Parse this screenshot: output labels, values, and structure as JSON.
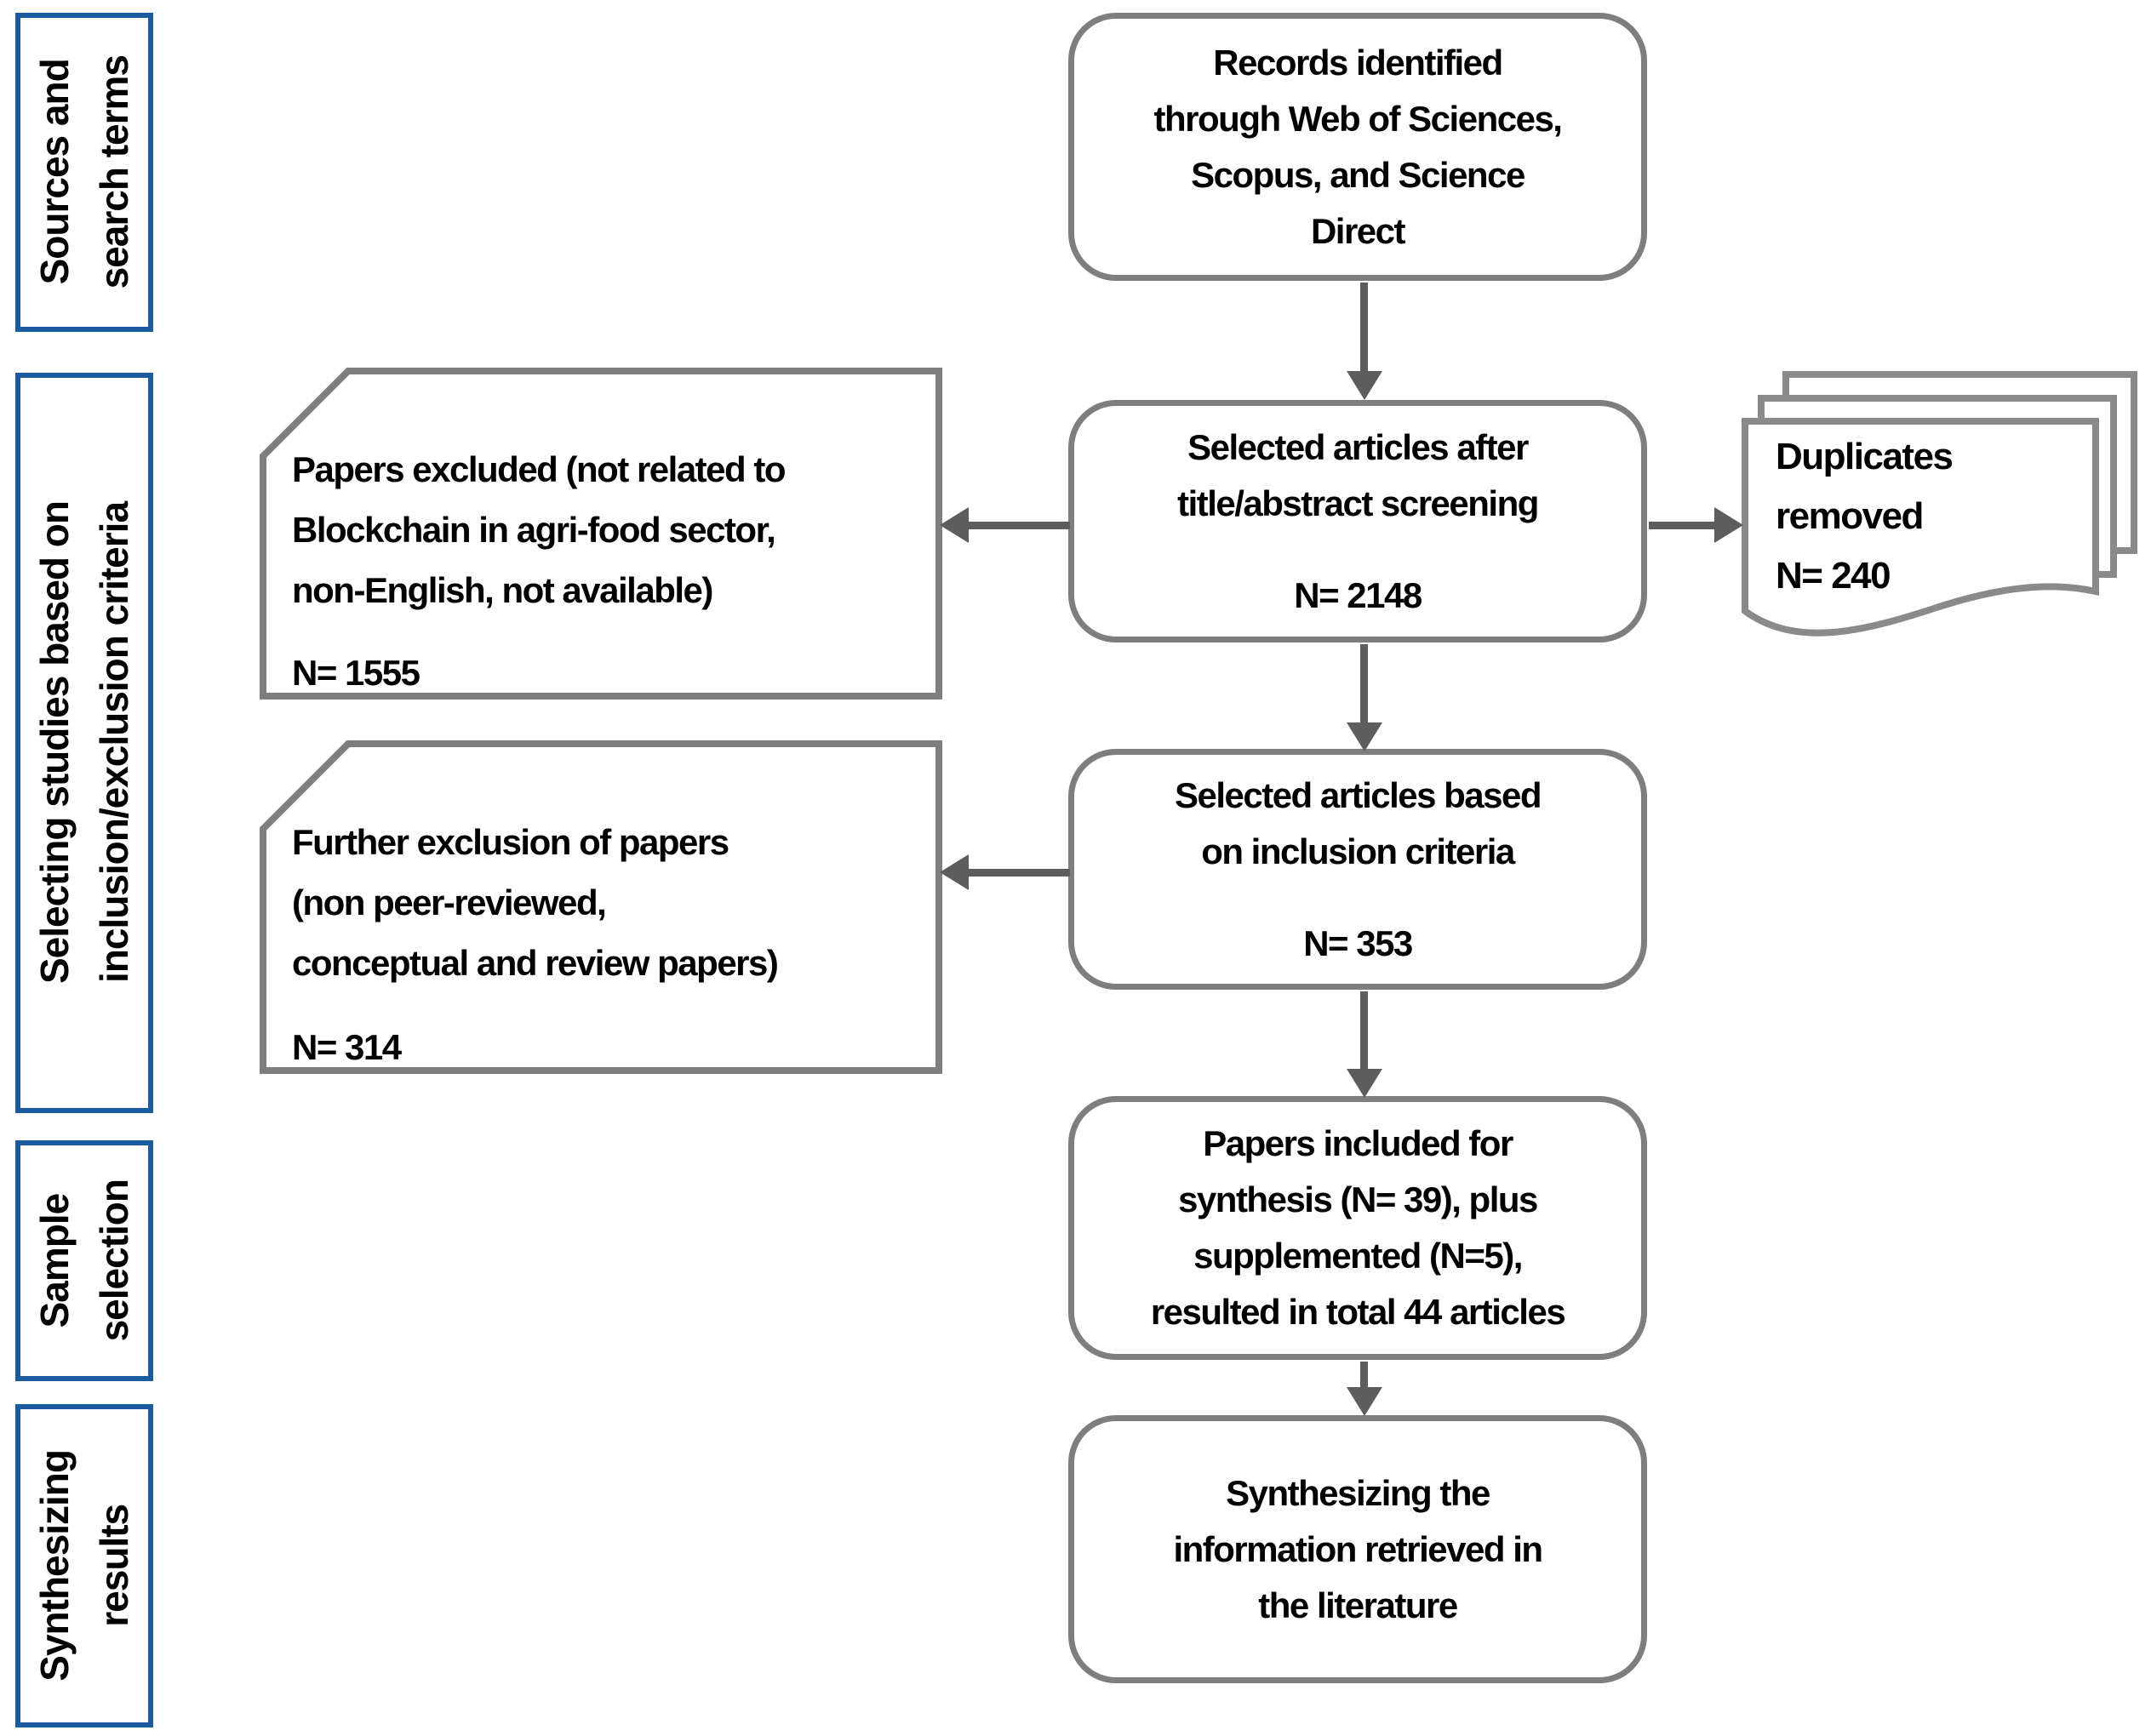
{
  "sidebar": {
    "stages": [
      {
        "label": "Sources and\nsearch terms"
      },
      {
        "label": "Selecting studies based on\ninclusion/exclusion criteria"
      },
      {
        "label": "Sample\nselection"
      },
      {
        "label": "Synthesizing\nresults"
      }
    ]
  },
  "flow": {
    "records": {
      "text": "Records identified\nthrough Web of Sciences,\nScopus, and Science\nDirect"
    },
    "screening": {
      "text": "Selected articles after\ntitle/abstract screening",
      "n": "N= 2148"
    },
    "duplicates": {
      "text": "Duplicates\nremoved\nN= 240"
    },
    "excluded_first": {
      "text": "Papers excluded (not related to\nBlockchain in agri-food sector,\nnon-English, not available)",
      "n": "N= 1555"
    },
    "inclusion": {
      "text": "Selected articles based\non inclusion criteria",
      "n": "N= 353"
    },
    "excluded_further": {
      "text": "Further exclusion of papers\n(non peer-reviewed,\nconceptual and review papers)",
      "n": "N= 314"
    },
    "included": {
      "text": "Papers included for\nsynthesis (N= 39), plus\nsupplemented (N=5),\nresulted in total 44 articles"
    },
    "synthesizing": {
      "text": "Synthesizing the\ninformation retrieved in\nthe literature"
    }
  },
  "colors": {
    "box_border": "#7e7e7e",
    "arrow": "#5d5d5d",
    "stage_border": "#1b5c9e",
    "text": "#000000",
    "background": "#ffffff"
  }
}
